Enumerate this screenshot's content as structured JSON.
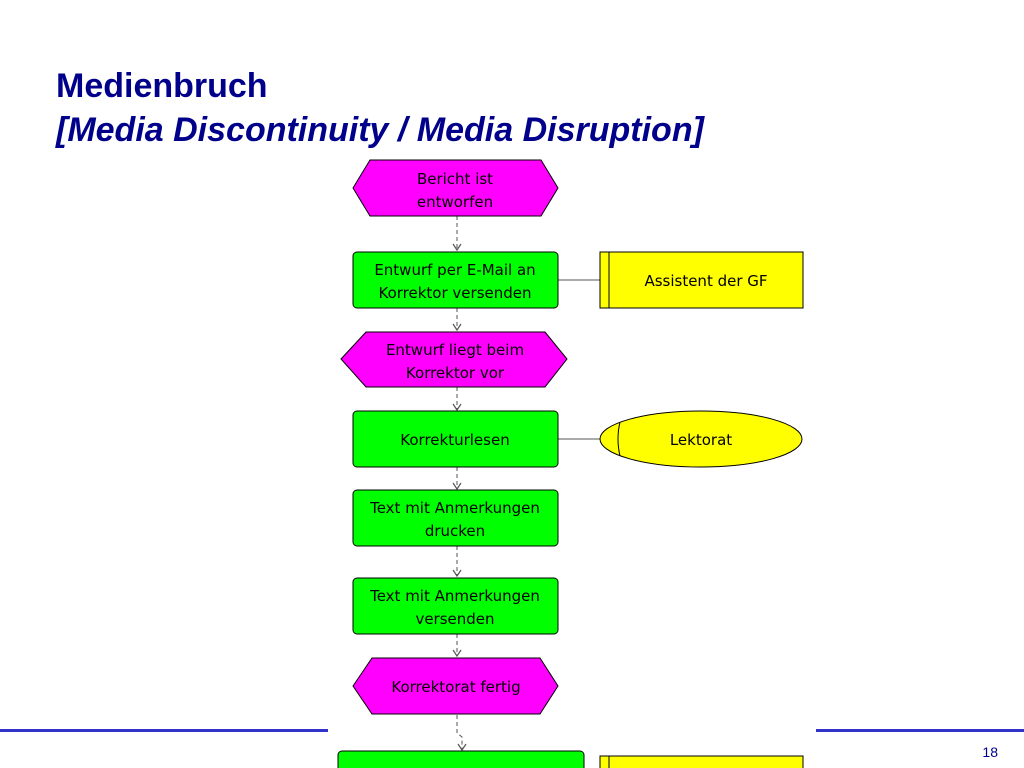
{
  "slide": {
    "title": "Medienbruch",
    "subtitle": "[Media Discontinuity / Media Disruption]",
    "page_number": "18"
  },
  "colors": {
    "title": "#00008b",
    "event_fill": "#ff00ff",
    "function_fill": "#00ff00",
    "role_fill": "#ffff00",
    "connector": "#555555",
    "footer_line": "#3333cc"
  },
  "diagram": {
    "nodes": [
      {
        "id": "event-bericht-entworfen",
        "type": "event",
        "lines": [
          "Bericht ist",
          "entworfen"
        ]
      },
      {
        "id": "function-entwurf-versenden",
        "type": "function",
        "lines": [
          "Entwurf per E-Mail an",
          "Korrektor versenden"
        ]
      },
      {
        "id": "event-entwurf-beim-korrektor",
        "type": "event",
        "lines": [
          "Entwurf liegt beim",
          "Korrektor vor"
        ]
      },
      {
        "id": "function-korrekturlesen",
        "type": "function",
        "lines": [
          "Korrekturlesen"
        ]
      },
      {
        "id": "function-text-drucken",
        "type": "function",
        "lines": [
          "Text mit Anmerkungen",
          "drucken"
        ]
      },
      {
        "id": "function-text-versenden",
        "type": "function",
        "lines": [
          "Text mit Anmerkungen",
          "versenden"
        ]
      },
      {
        "id": "event-korrektorat-fertig",
        "type": "event",
        "lines": [
          "Korrektorat fertig"
        ]
      },
      {
        "id": "function-cut-off",
        "type": "function",
        "lines": []
      }
    ],
    "roles": [
      {
        "id": "role-assistent-der-gf",
        "type": "position",
        "label": "Assistent der GF"
      },
      {
        "id": "role-lektorat",
        "type": "org-unit",
        "label": "Lektorat"
      },
      {
        "id": "role-cut-off",
        "type": "position",
        "label": ""
      }
    ]
  }
}
